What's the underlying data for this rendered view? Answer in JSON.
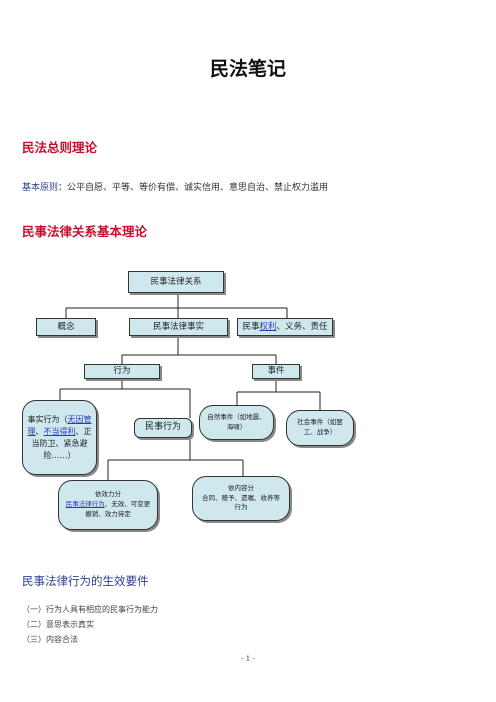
{
  "title": "民法笔记",
  "section1": {
    "heading": "民法总则理论",
    "principle_label": "基本原则",
    "principle_text": "：公平自愿、平等、等价有偿、诚实信用、意思自治、禁止权力滥用"
  },
  "section2": {
    "heading": "民事法律关系基本理论"
  },
  "diagram": {
    "root": "民事法律关系",
    "concept": "概念",
    "fact": "民事法律事实",
    "rights_pre": "民事",
    "rights_link": "权利",
    "rights_post": "、义务、责任",
    "act": "行为",
    "event": "事件",
    "factual_act_pre": "事实行为（",
    "factual_act_link1": "无因管理",
    "factual_act_sep": "、",
    "factual_act_link2": "不当得利",
    "factual_act_post": "、正当防卫、紧急避险……）",
    "civil_act": "民事行为",
    "natural_event": "自然事件（如地震、海啸）",
    "social_event": "社会事件（如罢工、战争）",
    "validity_title": "依效力分",
    "validity_link": "民事法律行为",
    "validity_text": "、无效、可变更撤销、效力待定",
    "content_title": "依内容分",
    "content_text": "合同、赠予、遗嘱、收养等行为"
  },
  "section3": {
    "heading": "民事法律行为的生效要件",
    "requirements": [
      "（一）行为人具有相应的民事行为能力",
      "（二）意思表示真实",
      "（三）内容合法"
    ]
  },
  "footer": {
    "page": "- 1 -"
  },
  "colors": {
    "heading_red": "#c8102e",
    "box_fill": "#cfe8ee",
    "blue_text": "#2d3f8f"
  }
}
